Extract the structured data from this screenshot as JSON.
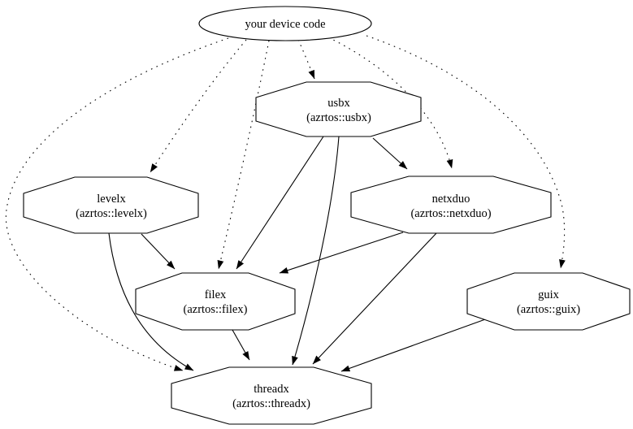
{
  "diagram": {
    "type": "dependency-graph",
    "background_color": "#ffffff",
    "line_color": "#000000",
    "text_color": "#000000",
    "nodes": {
      "device_code": {
        "label": "your device code",
        "shape": "ellipse"
      },
      "usbx": {
        "name": "usbx",
        "package": "(azrtos::usbx)",
        "shape": "octagon"
      },
      "levelx": {
        "name": "levelx",
        "package": "(azrtos::levelx)",
        "shape": "octagon"
      },
      "netxduo": {
        "name": "netxduo",
        "package": "(azrtos::netxduo)",
        "shape": "octagon"
      },
      "filex": {
        "name": "filex",
        "package": "(azrtos::filex)",
        "shape": "octagon"
      },
      "guix": {
        "name": "guix",
        "package": "(azrtos::guix)",
        "shape": "octagon"
      },
      "threadx": {
        "name": "threadx",
        "package": "(azrtos::threadx)",
        "shape": "octagon"
      }
    },
    "edges": [
      {
        "from": "your device code",
        "to": "usbx",
        "style": "dotted"
      },
      {
        "from": "your device code",
        "to": "levelx",
        "style": "dotted"
      },
      {
        "from": "your device code",
        "to": "netxduo",
        "style": "dotted"
      },
      {
        "from": "your device code",
        "to": "filex",
        "style": "dotted"
      },
      {
        "from": "your device code",
        "to": "guix",
        "style": "dotted"
      },
      {
        "from": "your device code",
        "to": "threadx",
        "style": "dotted"
      },
      {
        "from": "usbx",
        "to": "netxduo",
        "style": "solid"
      },
      {
        "from": "usbx",
        "to": "filex",
        "style": "solid"
      },
      {
        "from": "usbx",
        "to": "threadx",
        "style": "solid"
      },
      {
        "from": "levelx",
        "to": "filex",
        "style": "solid"
      },
      {
        "from": "levelx",
        "to": "threadx",
        "style": "solid"
      },
      {
        "from": "netxduo",
        "to": "filex",
        "style": "solid"
      },
      {
        "from": "netxduo",
        "to": "threadx",
        "style": "solid"
      },
      {
        "from": "filex",
        "to": "threadx",
        "style": "solid"
      },
      {
        "from": "guix",
        "to": "threadx",
        "style": "solid"
      }
    ]
  }
}
